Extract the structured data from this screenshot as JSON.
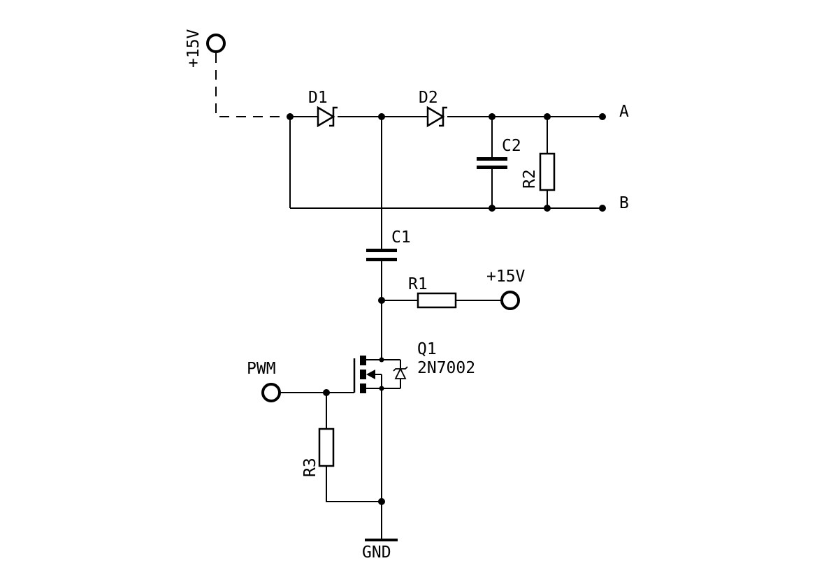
{
  "labels": {
    "supply_top": "+15V",
    "supply_r1": "+15V",
    "d1": "D1",
    "d2": "D2",
    "c1": "C1",
    "c2": "C2",
    "r1": "R1",
    "r2": "R2",
    "r3": "R3",
    "q1_ref": "Q1",
    "q1_value": "2N7002",
    "pwm": "PWM",
    "gnd": "GND",
    "out_a": "A",
    "out_b": "B"
  }
}
